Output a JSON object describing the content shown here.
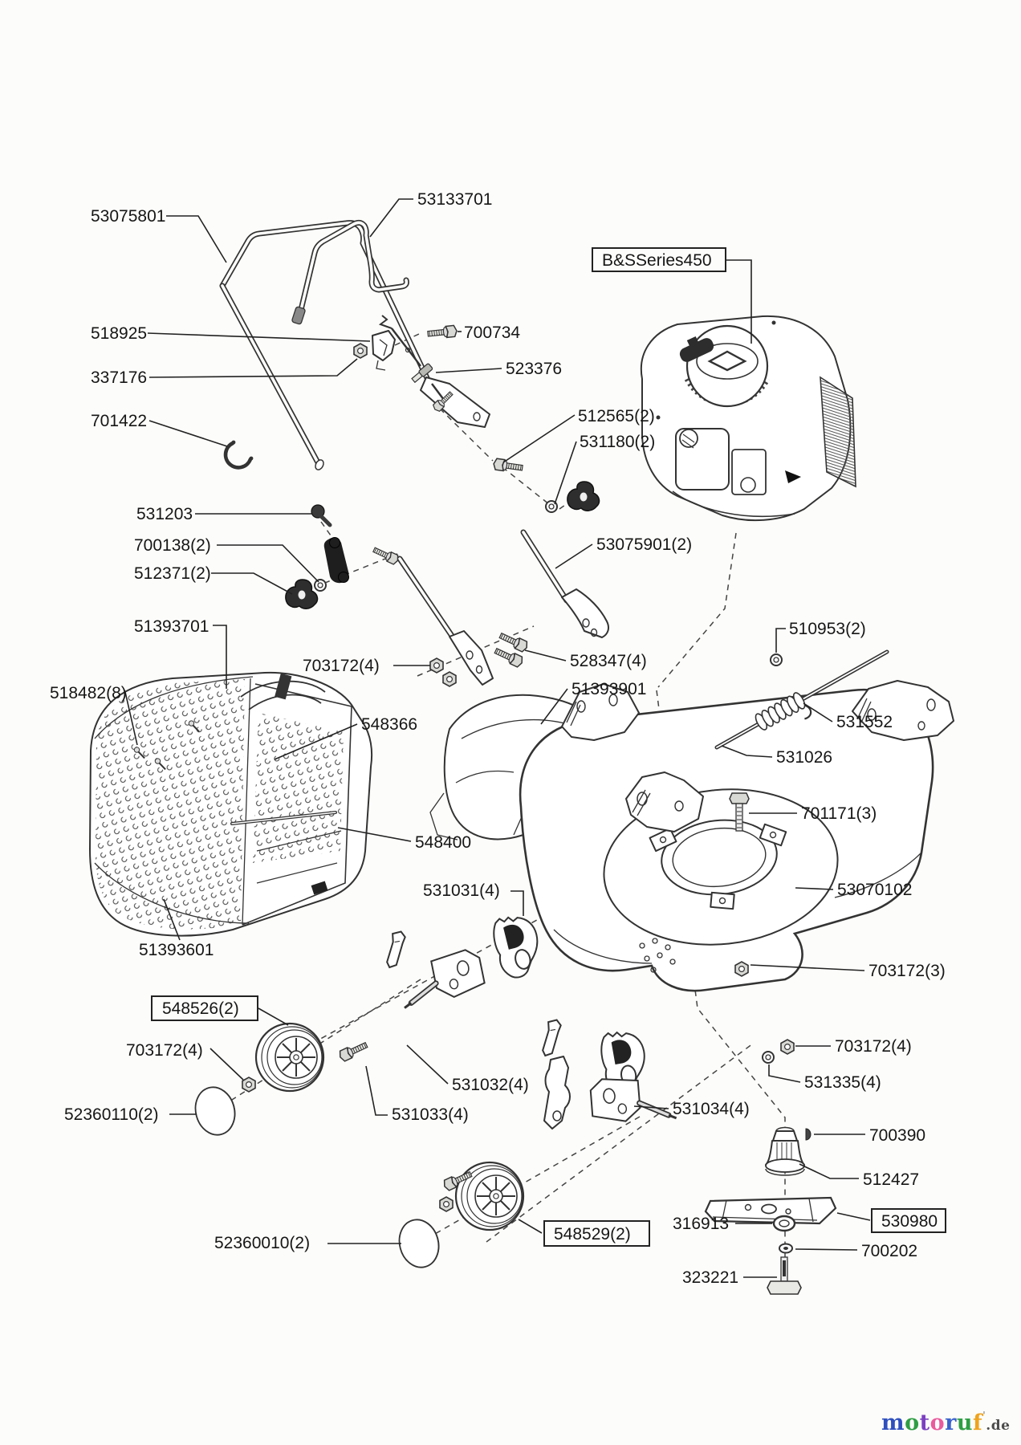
{
  "diagram": {
    "background": "#fcfcfa",
    "ink": "#333333",
    "labels": {
      "l_53075801": "53075801",
      "l_53133701": "53133701",
      "l_518925": "518925",
      "l_337176": "337176",
      "l_700734": "700734",
      "l_523376": "523376",
      "l_701422": "701422",
      "l_512565": "512565(2)",
      "l_531180": "531180(2)",
      "l_531203": "531203",
      "l_700138": "700138(2)",
      "l_512371": "512371(2)",
      "l_53075901": "53075901(2)",
      "l_bss": "B&SSeries450",
      "l_51393701": "51393701",
      "l_703172a": "703172(4)",
      "l_528347": "528347(4)",
      "l_51393901": "51393901",
      "l_518482": "518482(8)",
      "l_548366": "548366",
      "l_510953": "510953(2)",
      "l_531552": "531552",
      "l_531026": "531026",
      "l_701171": "701171(3)",
      "l_548400": "548400",
      "l_53070102": "53070102",
      "l_531031": "531031(4)",
      "l_51393601": "51393601",
      "l_703172_3": "703172(3)",
      "l_548526": "548526(2)",
      "l_703172c": "703172(4)",
      "l_52360110": "52360110(2)",
      "l_531032": "531032(4)",
      "l_531033": "531033(4)",
      "l_531034": "531034(4)",
      "l_703172d": "703172(4)",
      "l_531335": "531335(4)",
      "l_700390": "700390",
      "l_512427": "512427",
      "l_530980": "530980",
      "l_316913": "316913",
      "l_700202": "700202",
      "l_323221": "323221",
      "l_52360010": "52360010(2)",
      "l_548529": "548529(2)"
    },
    "logo": {
      "letters": [
        {
          "ch": "m",
          "color": "#2e4fbe"
        },
        {
          "ch": "o",
          "color": "#2f9e44"
        },
        {
          "ch": "t",
          "color": "#7b3fc0"
        },
        {
          "ch": "o",
          "color": "#ea5b9d"
        },
        {
          "ch": "r",
          "color": "#3a62cc"
        },
        {
          "ch": "u",
          "color": "#2f9e44"
        },
        {
          "ch": "f",
          "color": "#efa31d"
        },
        {
          "ch": "'",
          "color": "#9a9a9a"
        },
        {
          "ch": ".de",
          "color": "#4c4c4c"
        }
      ]
    }
  }
}
